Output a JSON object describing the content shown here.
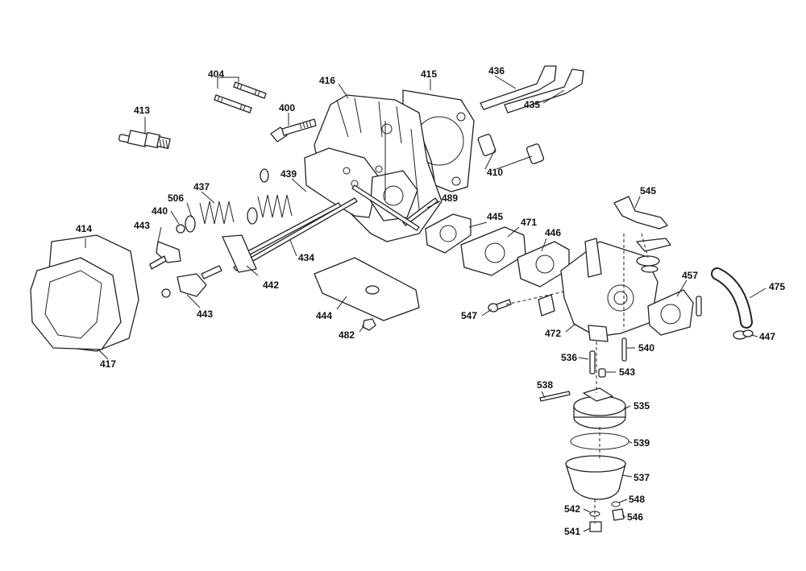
{
  "diagram": {
    "callouts": [
      {
        "id": "400",
        "text": "400"
      },
      {
        "id": "404",
        "text": "404"
      },
      {
        "id": "410",
        "text": "410"
      },
      {
        "id": "413",
        "text": "413"
      },
      {
        "id": "414",
        "text": "414"
      },
      {
        "id": "415",
        "text": "415"
      },
      {
        "id": "416",
        "text": "416"
      },
      {
        "id": "417",
        "text": "417"
      },
      {
        "id": "434",
        "text": "434"
      },
      {
        "id": "435",
        "text": "435"
      },
      {
        "id": "436",
        "text": "436"
      },
      {
        "id": "437",
        "text": "437"
      },
      {
        "id": "439",
        "text": "439"
      },
      {
        "id": "440",
        "text": "440"
      },
      {
        "id": "442",
        "text": "442"
      },
      {
        "id": "443a",
        "text": "443"
      },
      {
        "id": "443b",
        "text": "443"
      },
      {
        "id": "444",
        "text": "444"
      },
      {
        "id": "445",
        "text": "445"
      },
      {
        "id": "446",
        "text": "446"
      },
      {
        "id": "447",
        "text": "447"
      },
      {
        "id": "457",
        "text": "457"
      },
      {
        "id": "471",
        "text": "471"
      },
      {
        "id": "472",
        "text": "472"
      },
      {
        "id": "475",
        "text": "475"
      },
      {
        "id": "482",
        "text": "482"
      },
      {
        "id": "489",
        "text": "489"
      },
      {
        "id": "506",
        "text": "506"
      },
      {
        "id": "535",
        "text": "535"
      },
      {
        "id": "536",
        "text": "536"
      },
      {
        "id": "537",
        "text": "537"
      },
      {
        "id": "538",
        "text": "538"
      },
      {
        "id": "539",
        "text": "539"
      },
      {
        "id": "540",
        "text": "540"
      },
      {
        "id": "541",
        "text": "541"
      },
      {
        "id": "542",
        "text": "542"
      },
      {
        "id": "543",
        "text": "543"
      },
      {
        "id": "545",
        "text": "545"
      },
      {
        "id": "546",
        "text": "546"
      },
      {
        "id": "547",
        "text": "547"
      },
      {
        "id": "548",
        "text": "548"
      }
    ]
  }
}
